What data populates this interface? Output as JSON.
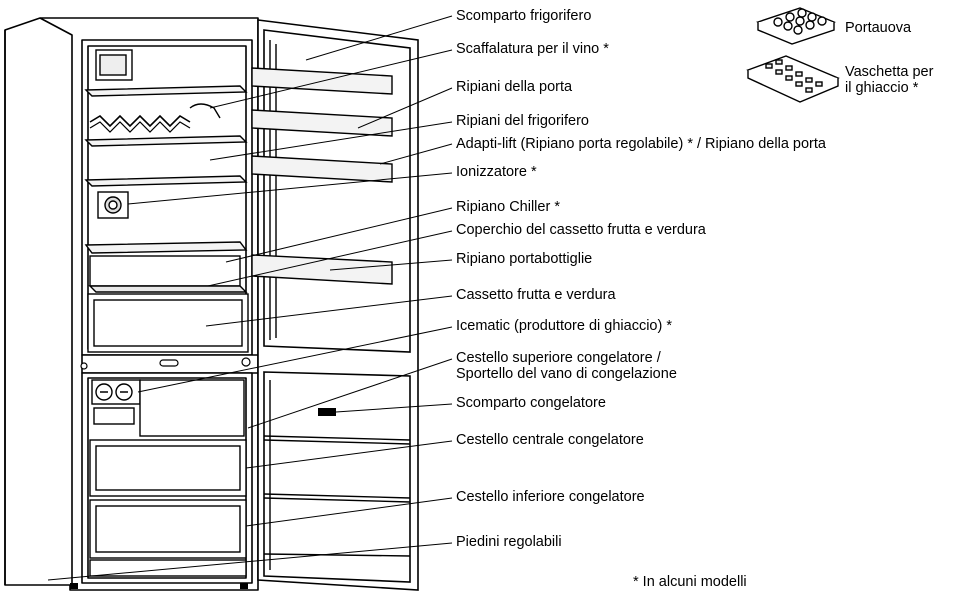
{
  "labels": [
    "Scomparto frigorifero",
    "Scaffalatura per il vino *",
    "Ripiani della porta",
    "Ripiani del frigorifero",
    "Adapti-lift (Ripiano porta regolabile) * / Ripiano della porta",
    "Ionizzatore *",
    "Ripiano Chiller *",
    "Coperchio del cassetto frutta e verdura",
    "Ripiano portabottiglie",
    "Cassetto frutta e verdura",
    "Icematic (produttore di ghiaccio) *",
    "Cestello superiore congelatore /\nSportello del vano di congelazione",
    "Scomparto congelatore",
    "Cestello centrale congelatore",
    "Cestello inferiore congelatore",
    "Piedini regolabili"
  ],
  "accessories": {
    "egg_tray": "Portauova",
    "ice_tray": "Vaschetta per\nil ghiaccio *"
  },
  "footnote": "* In alcuni modelli",
  "colors": {
    "line": "#000000",
    "fill_light": "#f2f2f2",
    "fill_mid": "#d9d9d9"
  }
}
